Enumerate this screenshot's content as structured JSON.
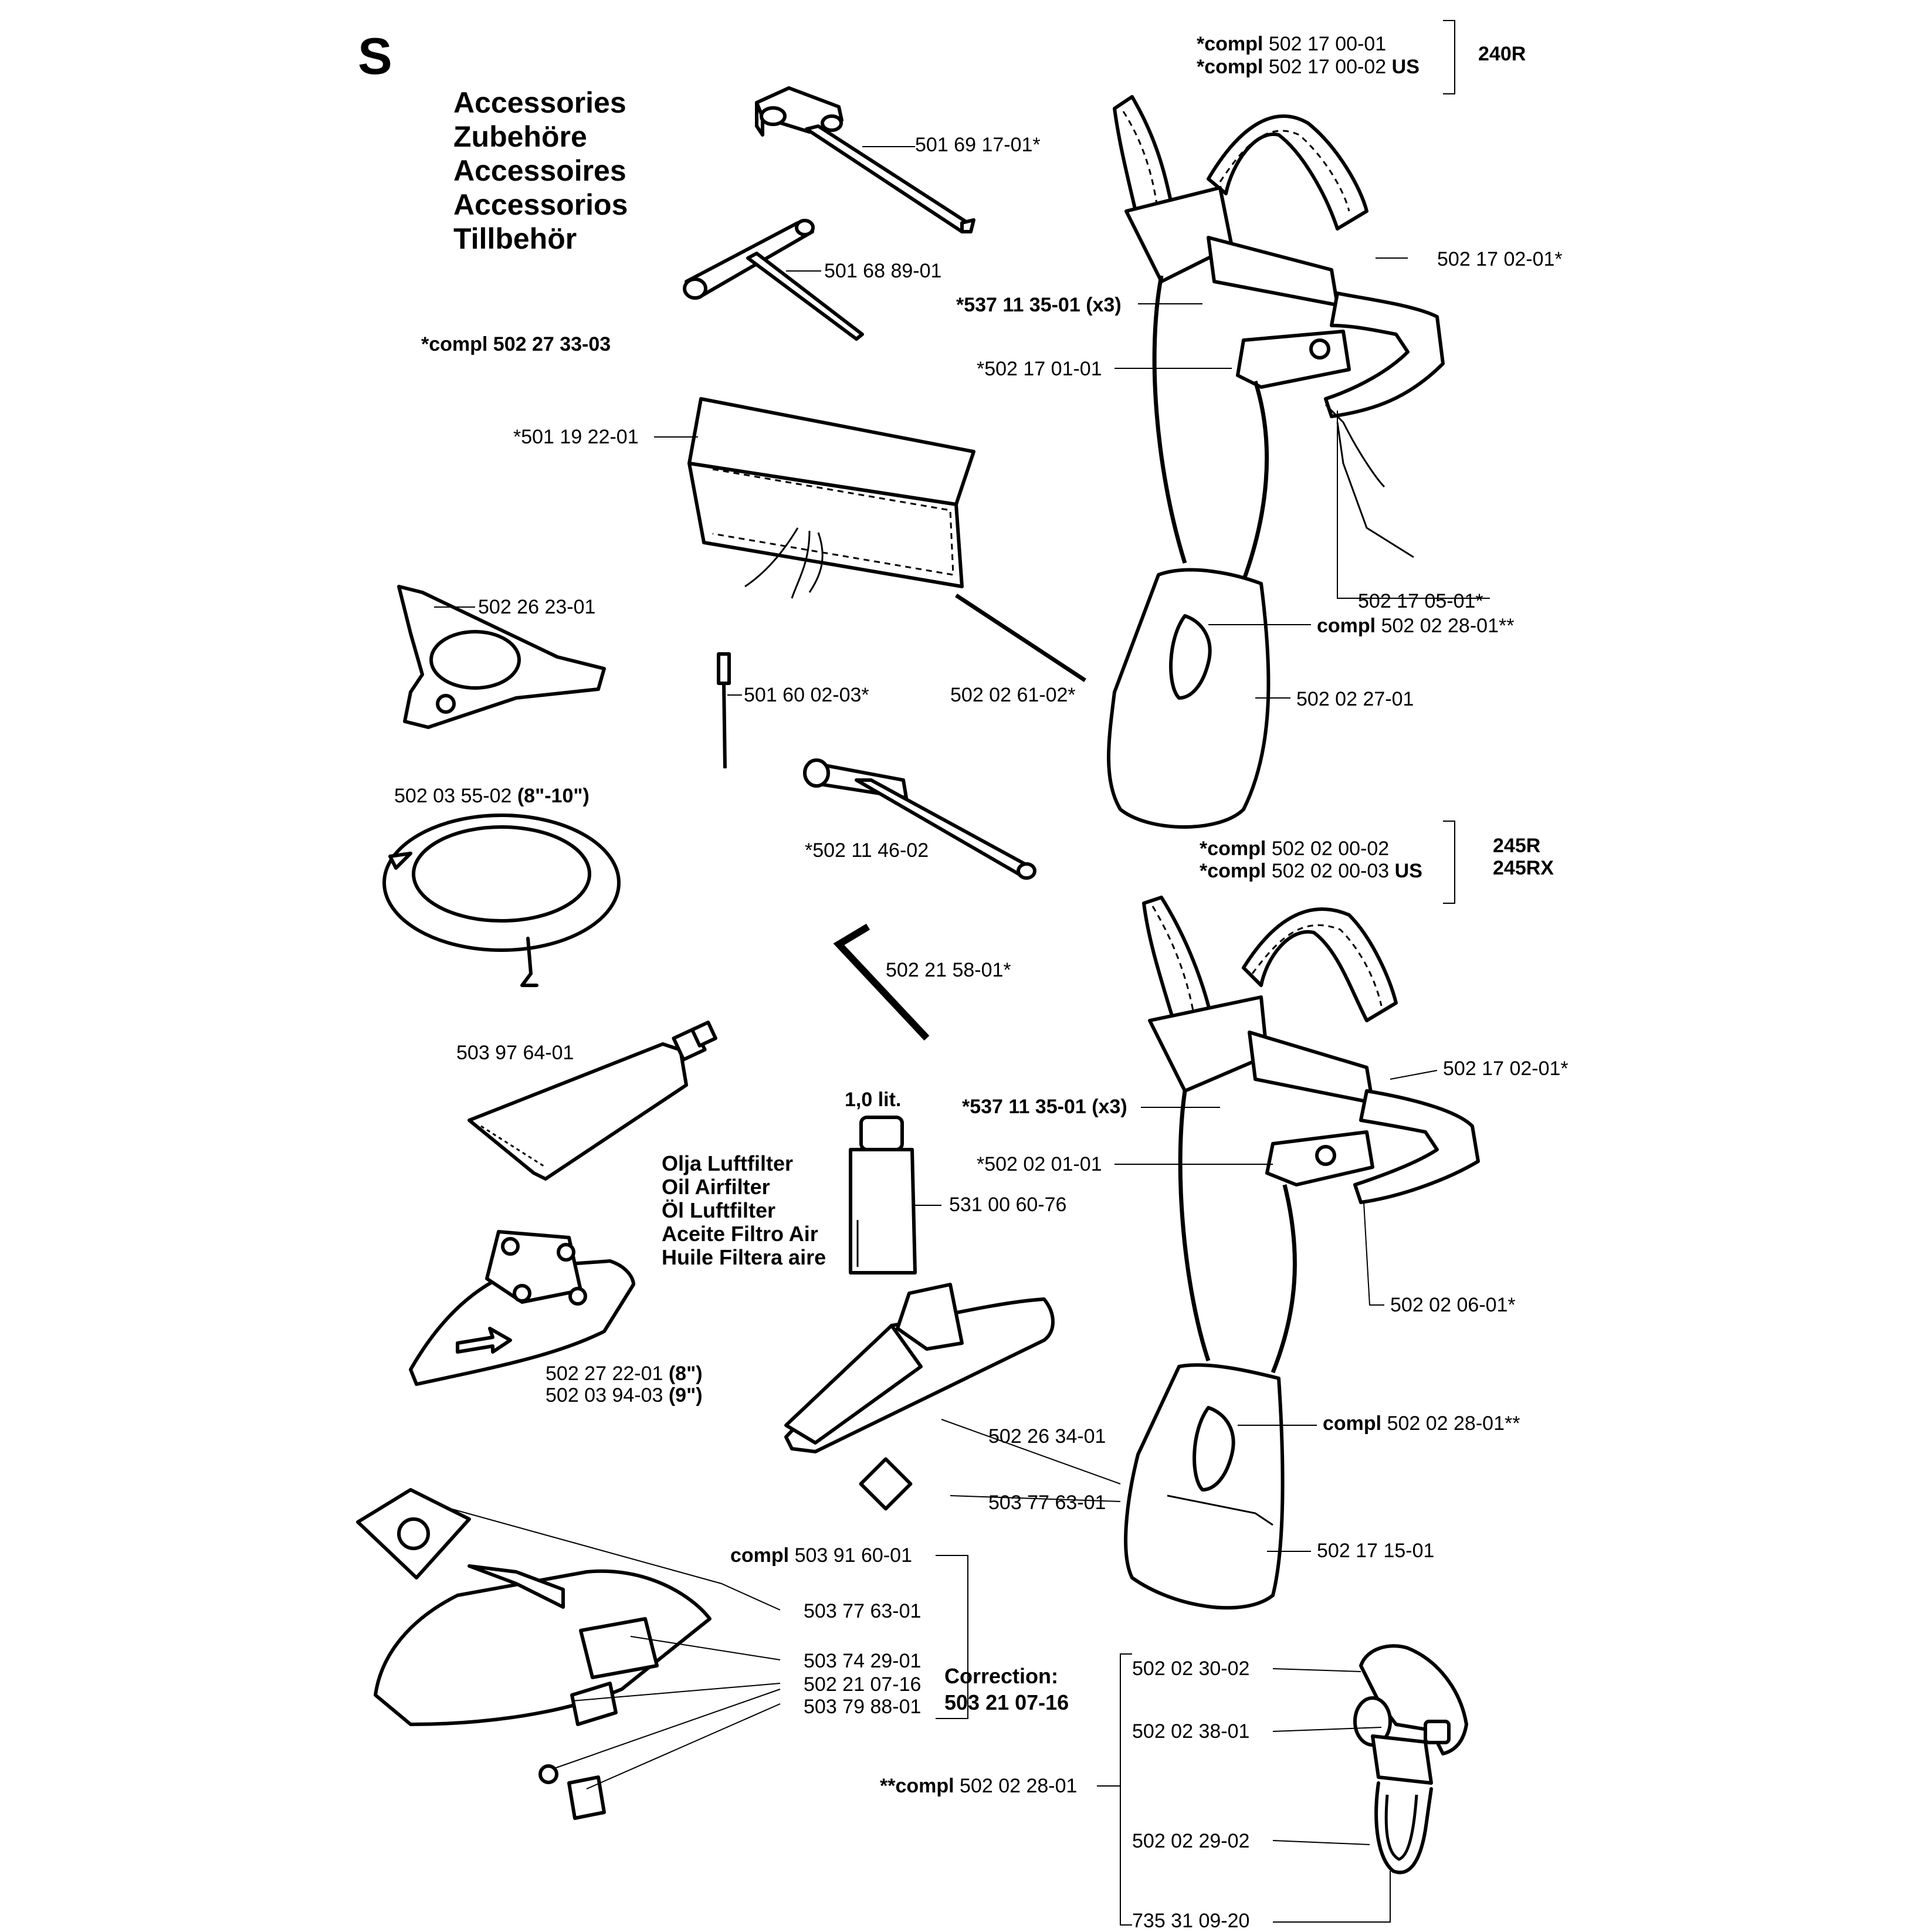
{
  "section_letter": "S",
  "titles": [
    "Accessories",
    "Zubehöre",
    "Accessoires",
    "Accessorios",
    "Tillbehör"
  ],
  "kit_label": "*compl 502 27 33-03",
  "oil": {
    "volume": "1,0 lit.",
    "names": [
      "Olja Luftfilter",
      "Oil Airfilter",
      "Öl Luftfilter",
      "Aceite Filtro Air",
      "Huile Filtera aire"
    ]
  },
  "parts": {
    "p1": "501 69 17-01*",
    "p2": "501 68 89-01",
    "p3": "*501 19 22-01",
    "p4": "502 26 23-01",
    "p5": "501 60 02-03*",
    "p6": "502 02 61-02*",
    "p7a": "502 03 55-02",
    "p7b": "(8\"-10\")",
    "p8": "*502 11 46-02",
    "p9": "502 21 58-01*",
    "p10": "503 97 64-01",
    "p11": "531 00 60-76",
    "p12a": "502 27 22-01",
    "p12b": "(8\")",
    "p13a": "502 03 94-03",
    "p13b": "(9\")",
    "p14": "502 26 34-01",
    "p15": "503 77 63-01",
    "p16a": "compl",
    "p16b": "503 91 60-01",
    "p17": "503 77 63-01",
    "p18": "503 74 29-01",
    "p19": "502 21 07-16",
    "p20": "503 79 88-01",
    "correction_title": "Correction:",
    "correction_value": "503 21 07-16"
  },
  "harness_240": {
    "compl_1a": "*compl",
    "compl_1b": "502 17 00-01",
    "compl_2a": "*compl",
    "compl_2b": "502 17 00-02",
    "compl_2c": "US",
    "model": "240R",
    "p_buckle": "*537 11 35-01 (x3)",
    "p_plate": "*502 17 01-01",
    "p_strap": "502 17 02-01*",
    "p_hook": "502 17 05-01*",
    "p_clip_a": "compl",
    "p_clip_b": "502 02 28-01**",
    "p_pad": "502 02 27-01"
  },
  "harness_245": {
    "compl_1a": "*compl",
    "compl_1b": "502 02 00-02",
    "compl_2a": "*compl",
    "compl_2b": "502 02 00-03",
    "compl_2c": "US",
    "model_1": "245R",
    "model_2": "245RX",
    "p_buckle": "*537 11 35-01 (x3)",
    "p_plate": "*502 02 01-01",
    "p_strap": "502 17 02-01*",
    "p_hook": "502 02 06-01*",
    "p_clip_a": "compl",
    "p_clip_b": "502 02 28-01**",
    "p_pad": "502 17 15-01"
  },
  "clip_detail": {
    "compl_a": "**compl",
    "compl_b": "502 02 28-01",
    "p1": "502 02 30-02",
    "p2": "502 02 38-01",
    "p3": "502 02 29-02",
    "p4": "735 31 09-20"
  }
}
